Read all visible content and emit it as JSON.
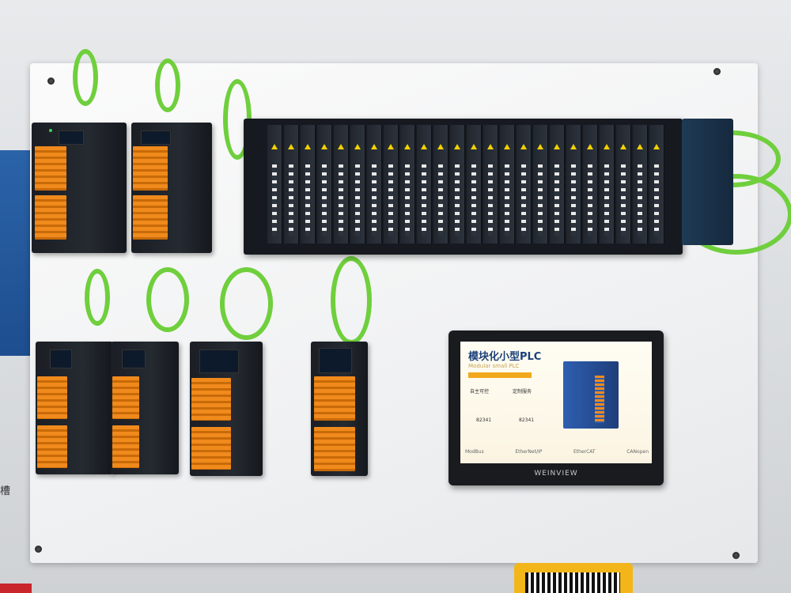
{
  "scene": {
    "description_kind": "photo",
    "colors": {
      "cable": "#6fcf3c",
      "terminal": "#f08a1c",
      "module": "#1b1e24",
      "hmi_accent": "#1b3f7a"
    }
  },
  "left_sign": {
    "char": "槽"
  },
  "hmi": {
    "title": "模块化小型PLC",
    "subtitle": "Modular small PLC",
    "features": [
      "自主可控",
      "定制服务"
    ],
    "codes": [
      "82341",
      "82341"
    ],
    "logos": [
      "ModBus",
      "EtherNet/IP",
      "EtherCAT",
      "CANopen"
    ],
    "brand": "WEINVIEW"
  }
}
